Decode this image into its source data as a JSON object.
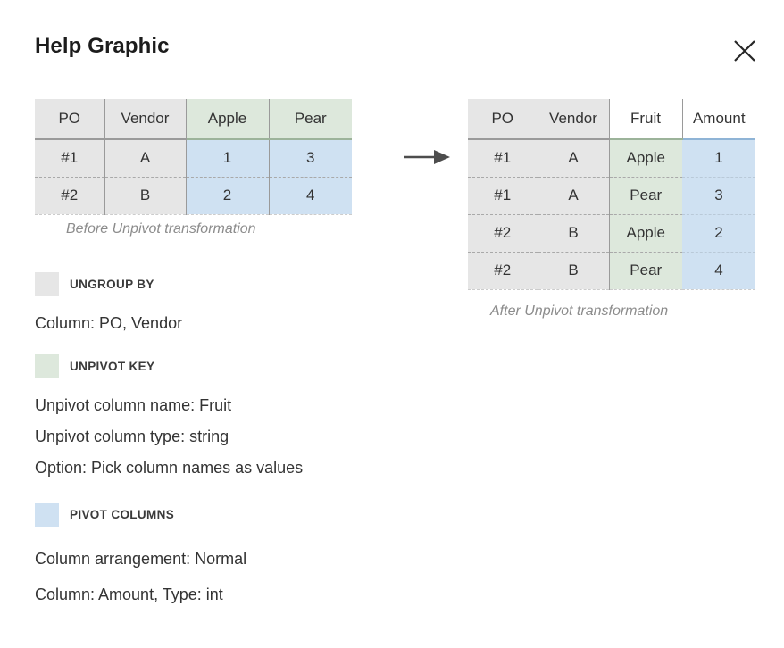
{
  "header": {
    "title": "Help Graphic",
    "close_icon": "close-icon"
  },
  "arrow": {
    "icon": "arrow-right-icon"
  },
  "tables": {
    "before": {
      "caption": "Before Unpivot transformation",
      "columns": [
        "PO",
        "Vendor",
        "Apple",
        "Pear"
      ],
      "rows": [
        [
          "#1",
          "A",
          "1",
          "3"
        ],
        [
          "#2",
          "B",
          "2",
          "4"
        ]
      ]
    },
    "after": {
      "caption": "After Unpivot transformation",
      "columns": [
        "PO",
        "Vendor",
        "Fruit",
        "Amount"
      ],
      "rows": [
        [
          "#1",
          "A",
          "Apple",
          "1"
        ],
        [
          "#1",
          "A",
          "Pear",
          "3"
        ],
        [
          "#2",
          "B",
          "Apple",
          "2"
        ],
        [
          "#2",
          "B",
          "Pear",
          "4"
        ]
      ]
    }
  },
  "legend": {
    "ungroup": {
      "title": "UNGROUP BY",
      "swatch_color": "#e6e6e6",
      "lines": [
        "Column: PO, Vendor"
      ]
    },
    "unpivot_key": {
      "title": "UNPIVOT KEY",
      "swatch_color": "#dde8dc",
      "lines": [
        "Unpivot column name: Fruit",
        "Unpivot column type: string",
        "Option: Pick column names as values"
      ]
    },
    "pivot_columns": {
      "title": "PIVOT COLUMNS",
      "swatch_color": "#cfe1f2",
      "lines": [
        "Column arrangement: Normal",
        "Column: Amount, Type: int"
      ]
    }
  }
}
